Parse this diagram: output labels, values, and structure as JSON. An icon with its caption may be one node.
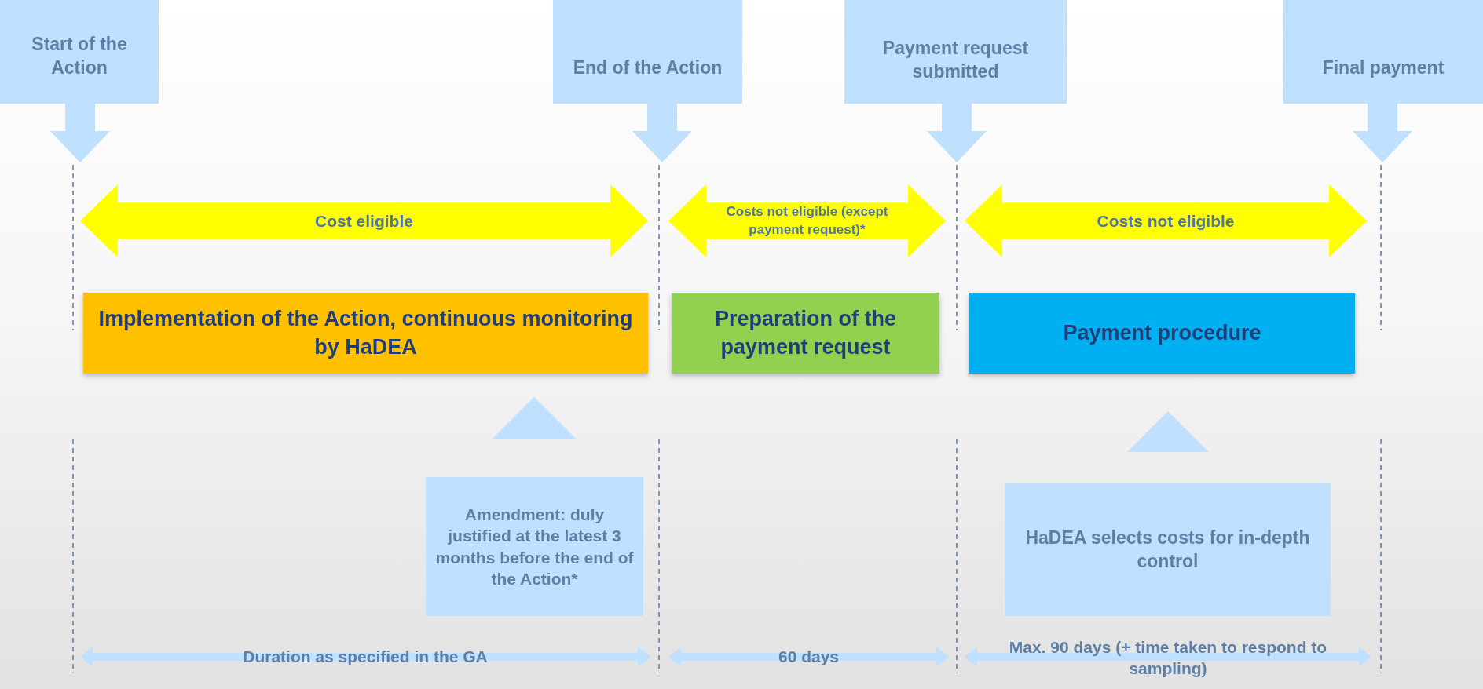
{
  "diagram": {
    "nodes": [
      {
        "text": [
          "Start of the Action"
        ]
      },
      {
        "text": [
          "End of the Action"
        ]
      },
      {
        "text": [
          "Payment request submitted"
        ]
      },
      {
        "text": [
          "Final payment"
        ]
      },
      {
        "text": [
          "Cost eligible"
        ]
      },
      {
        "text": [
          "Costs not eligible (except payment request)*"
        ]
      },
      {
        "text": [
          "Costs not eligible"
        ]
      },
      {
        "text": [
          "Implementation of the Action, continuous monitoring by HaDEA"
        ]
      },
      {
        "text": [
          "Preparation of the payment request"
        ]
      },
      {
        "text": [
          "Payment procedure"
        ]
      },
      {
        "text": [
          "Amendment: duly justified at the latest 3 months before the end of the Action*"
        ]
      },
      {
        "text": [
          "HaDEA selects costs for in-depth control"
        ]
      },
      {
        "text": [
          "Duration as specified in the GA"
        ]
      },
      {
        "text": [
          "60 days"
        ]
      },
      {
        "text": [
          "Max. 90 days (+ time taken to respond to sampling)"
        ]
      },
      {
        "text": [],
        "shape": "triangle"
      },
      {
        "text": [],
        "shape": "triangle"
      }
    ]
  }
}
